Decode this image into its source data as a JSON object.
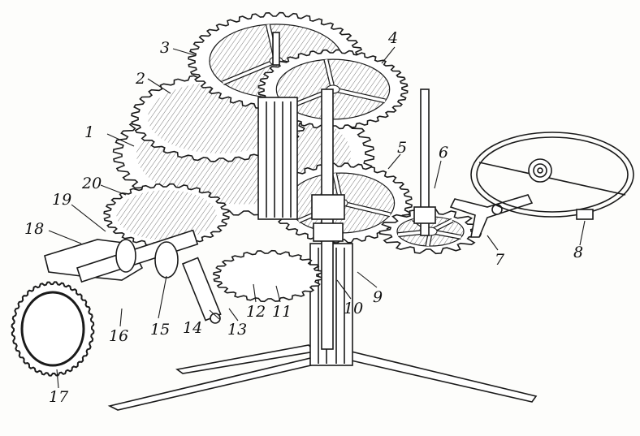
{
  "figure": {
    "labels": [
      "1",
      "2",
      "3",
      "4",
      "5",
      "6",
      "7",
      "8",
      "9",
      "10",
      "11",
      "12",
      "13",
      "14",
      "15",
      "16",
      "17",
      "18",
      "19",
      "20"
    ]
  }
}
